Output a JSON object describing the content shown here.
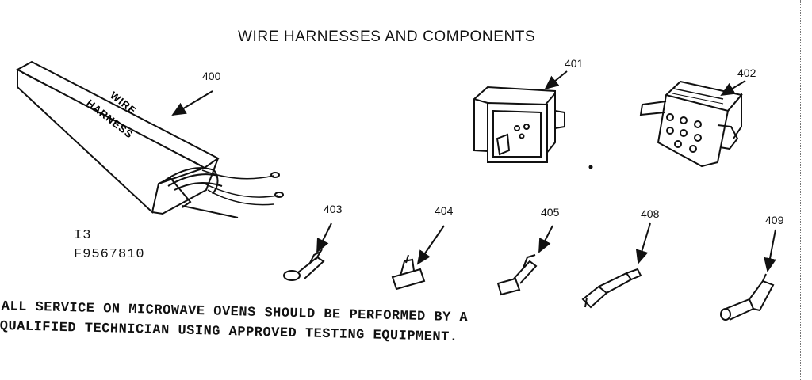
{
  "title": "WIRE HARNESSES AND COMPONENTS",
  "parts": [
    {
      "number": "400",
      "name": "wire-harness",
      "box_text_1": "WIRE",
      "box_text_2": "HARNESS"
    },
    {
      "number": "401",
      "name": "connector-housing"
    },
    {
      "number": "402",
      "name": "multi-pin-connector"
    },
    {
      "number": "403",
      "name": "ring-terminal"
    },
    {
      "number": "404",
      "name": "flat-terminal"
    },
    {
      "number": "405",
      "name": "spade-terminal"
    },
    {
      "number": "408",
      "name": "pin-terminal"
    },
    {
      "number": "409",
      "name": "socket-terminal"
    }
  ],
  "reference": {
    "line1": "I3",
    "line2": "F9567810"
  },
  "notice": {
    "line1": "ALL SERVICE ON MICROWAVE OVENS SHOULD BE PERFORMED BY A",
    "line2": "QUALIFIED TECHNICIAN USING APPROVED TESTING EQUIPMENT."
  }
}
